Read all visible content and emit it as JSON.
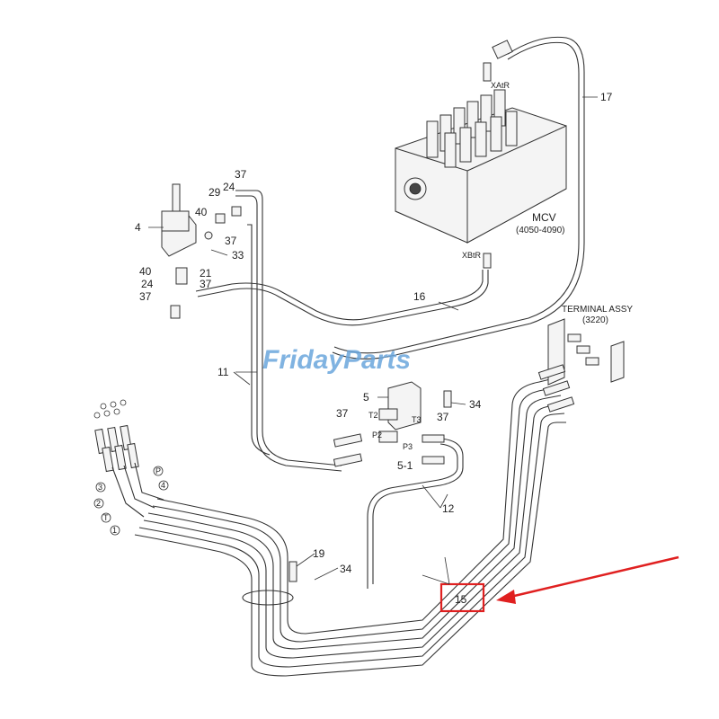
{
  "watermark": "FridayParts",
  "labels": {
    "p17": "17",
    "p16": "16",
    "p11": "11",
    "p12": "12",
    "p15": "15",
    "p19": "19",
    "p34a": "34",
    "p34b": "34",
    "p5": "5",
    "p5_1": "5-1",
    "p37a": "37",
    "p37b": "37",
    "p37c": "37",
    "p37d": "37",
    "p37e": "37",
    "p37f": "37",
    "p4": "4",
    "p29": "29",
    "p24a": "24",
    "p24b": "24",
    "p33": "33",
    "p40a": "40",
    "p40b": "40",
    "p21": "21",
    "mcv": "MCV",
    "mcv_range": "(4050-4090)",
    "xatr": "XAtR",
    "xbtr": "XBtR",
    "terminal": "TERMINAL ASSY",
    "terminal_code": "(3220)",
    "t2": "T2",
    "p2": "P2",
    "t3": "T3",
    "p3": "P3",
    "c1": "1",
    "c2": "2",
    "c3": "3",
    "cT": "T",
    "cP": "P",
    "c4": "4"
  },
  "colors": {
    "highlight": "#e02020",
    "watermark": "#6aa6dc",
    "line": "#333333"
  }
}
